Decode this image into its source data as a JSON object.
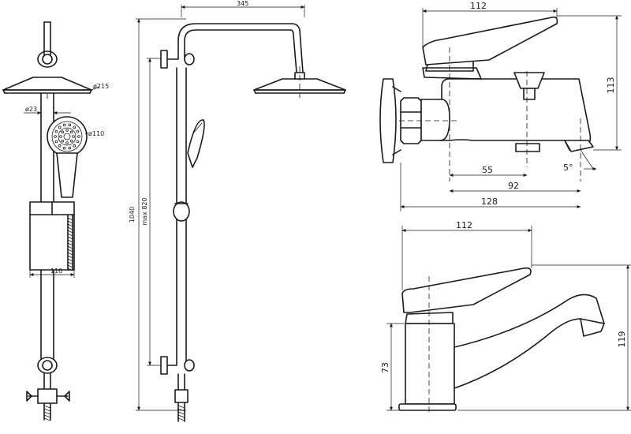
{
  "dimensions": {
    "head_diameter": "ø215",
    "rail_diameter": "ø23",
    "handshower_diameter": "ø110",
    "holder_width": "110",
    "arm_length": "345",
    "total_height": "1040",
    "max_height": "max 820",
    "bath_width_top": "112",
    "bath_height": "113",
    "bath_d55": "55",
    "bath_d92": "92",
    "bath_d128": "128",
    "bath_angle": "5°",
    "basin_width": "112",
    "basin_height": "119",
    "basin_body_height": "73"
  },
  "colors": {
    "line": "#1a1a1a",
    "background": "#ffffff"
  }
}
